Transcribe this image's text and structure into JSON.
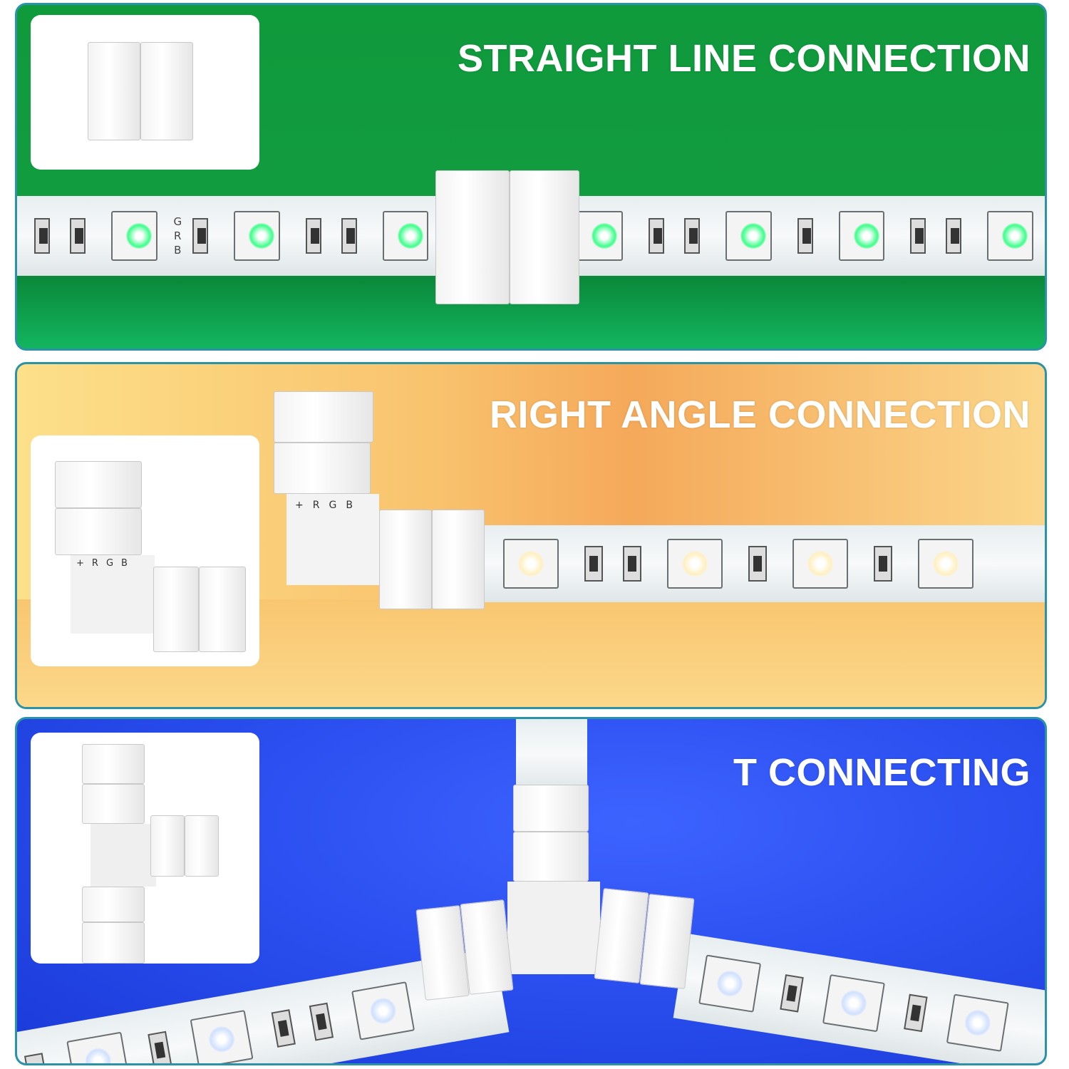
{
  "panels": [
    {
      "title": "STRAIGHT LINE CONNECTION",
      "color": "#0f9a3c",
      "led_glow": "#3dff8a"
    },
    {
      "title": "RIGHT ANGLE CONNECTION",
      "color": "#f9c36e",
      "led_glow": "#fff2c8"
    },
    {
      "title": "T CONNECTING",
      "color": "#2b4ff0",
      "led_glow": "#cfe0ff"
    }
  ],
  "strip_labels": {
    "g": "G",
    "r": "R",
    "b": "B"
  },
  "pin_labels": {
    "plus": "+",
    "r": "R",
    "g": "G",
    "b": "B"
  },
  "border_color": "#2a93a8"
}
